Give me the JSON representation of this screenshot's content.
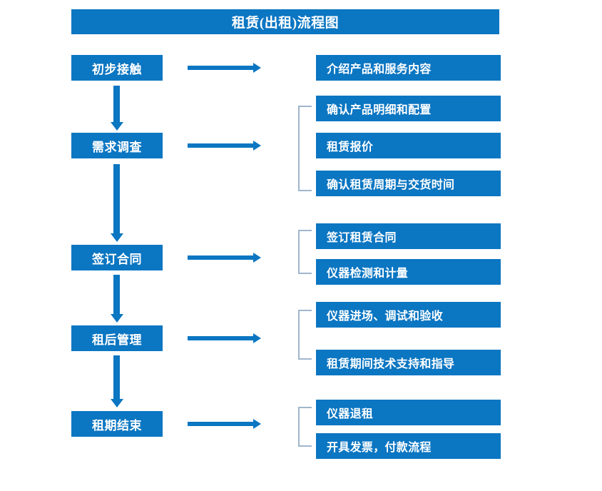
{
  "title": "租赁(出租)流程图",
  "theme": {
    "accent": "#0B76C2",
    "bracket": "#9FB6CC",
    "text_on_accent": "#FFFFFF",
    "background": "#FFFFFF"
  },
  "stages": [
    {
      "label": "初步接触"
    },
    {
      "label": "需求调查"
    },
    {
      "label": "签订合同"
    },
    {
      "label": "租后管理"
    },
    {
      "label": "租期结束"
    }
  ],
  "details": [
    {
      "label": "介绍产品和服务内容"
    },
    {
      "label": "确认产品明细和配置"
    },
    {
      "label": "租赁报价"
    },
    {
      "label": "确认租赁周期与交货时间"
    },
    {
      "label": "签订租赁合同"
    },
    {
      "label": "仪器检测和计量"
    },
    {
      "label": "仪器进场、调试和验收"
    },
    {
      "label": "租赁期间技术支持和指导"
    },
    {
      "label": "仪器退租"
    },
    {
      "label": "开具发票，付款流程"
    }
  ],
  "flow": {
    "arrow_right_icon": "arrow-right-icon",
    "arrow_down_icon": "arrow-down-icon",
    "bracket_icon": "group-bracket-icon"
  }
}
